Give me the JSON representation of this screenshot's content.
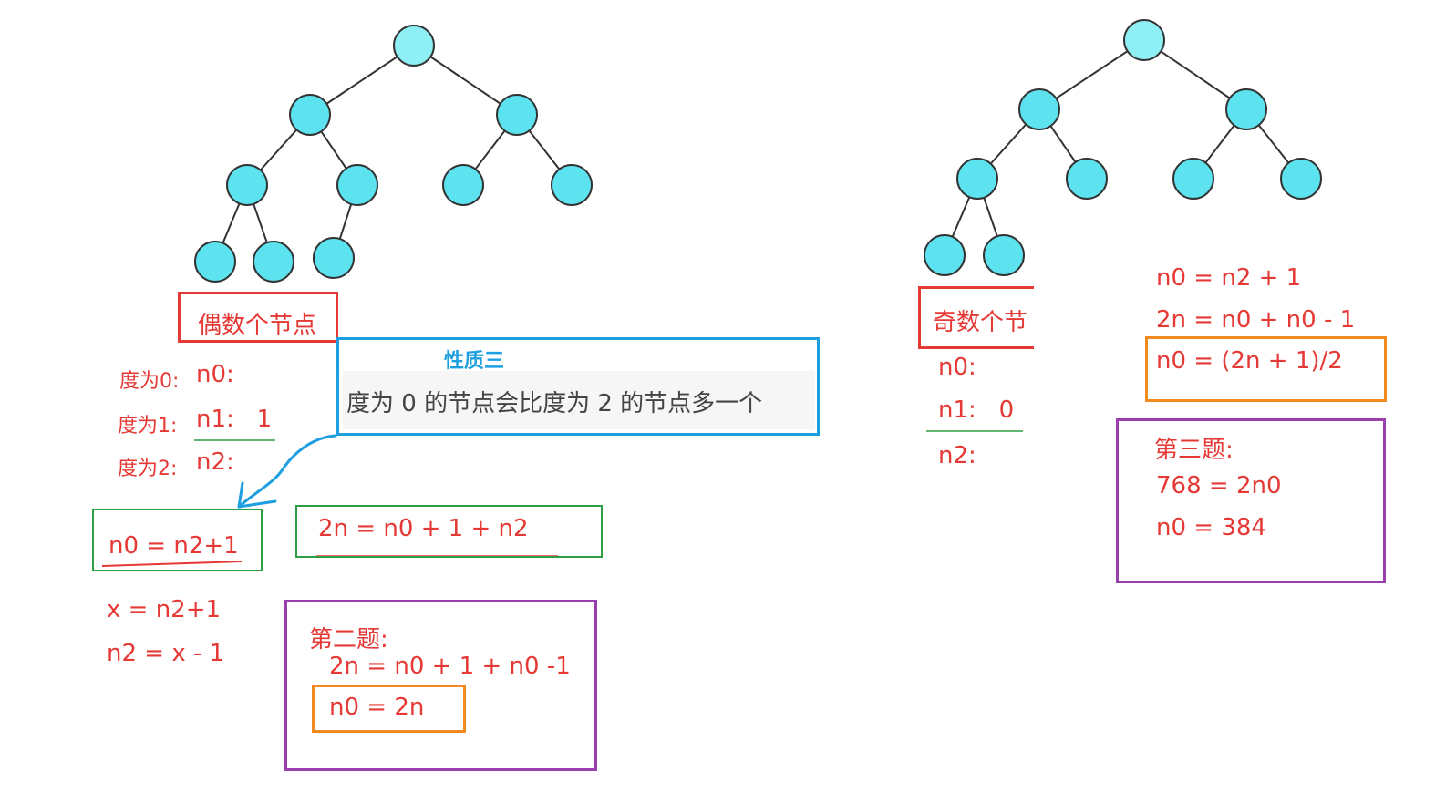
{
  "left": {
    "label_box": "偶数个节点",
    "deg0": "度为0:",
    "deg0_val": "n0:",
    "deg1": "度为1:",
    "deg1_val": "n1:   1",
    "deg2": "度为2:",
    "deg2_val": "n2:",
    "property_title": "性质三",
    "property_text": "度为 0 的节点会比度为 2 的节点多一个",
    "formula_a": "n0 = n2+1",
    "formula_b": "2n = n0 + 1 + n2",
    "formula_c": "x = n2+1",
    "formula_d": "n2 = x - 1",
    "q2_title": "第二题:",
    "q2_eq1": "2n = n0 + 1 + n0 -1",
    "q2_eq2": "n0 = 2n"
  },
  "right": {
    "label_box": "奇数个节",
    "n0": "n0:",
    "n1": "n1:   0",
    "n2": "n2:",
    "eq1": "n0 = n2 + 1",
    "eq2": "2n = n0 + n0 - 1",
    "eq3": "n0 = (2n + 1)/2",
    "q3_title": "第三题:",
    "q3_eq1": "768 = 2n0",
    "q3_eq2": "n0 = 384"
  },
  "colors": {
    "node_fill": "#5de3f0",
    "root_fill": "#8ef0f5",
    "node_stroke": "#333333",
    "red": "#e53935",
    "blue": "#1e9fe0",
    "green": "#2e9e44",
    "orange": "#f28a1f",
    "purple": "#9a3fae"
  }
}
